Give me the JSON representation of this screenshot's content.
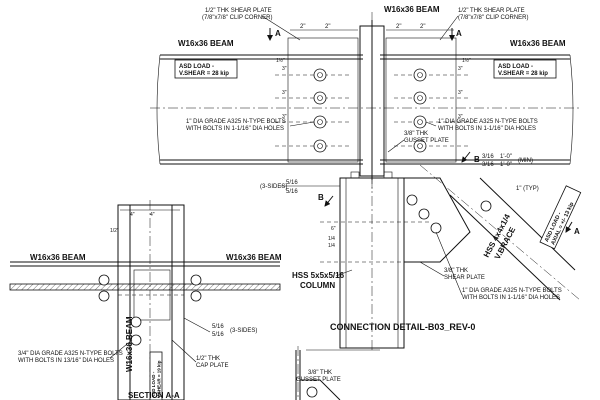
{
  "labels": {
    "beam_top_center": "W16x36 BEAM",
    "beam_left": "W16x36 BEAM",
    "beam_right": "W16x36 BEAM",
    "beam_lower_left": "W16x36 BEAM",
    "beam_lower_mid": "W16x36 BEAM",
    "beam_vertical": "W16x36 BEAM",
    "shear_plate_left_1": "1/2\" THK SHEAR PLATE",
    "shear_plate_left_2": "(7/8\"x7/8\" CLIP CORNER)",
    "shear_plate_right_1": "1/2\" THK SHEAR PLATE",
    "shear_plate_right_2": "(7/8\"x7/8\" CLIP CORNER)",
    "asd_left_1": "ASD LOAD -",
    "asd_left_2": "V.SHEAR = 28 kip",
    "asd_right_1": "ASD LOAD -",
    "asd_right_2": "V.SHEAR = 28 kip",
    "bolts_left_1": "1\" DIA GRADE A325 N-TYPE BOLTS",
    "bolts_left_2": "WITH BOLTS IN 1-1/16\" DIA HOLES",
    "bolts_right_1": "1\" DIA GRADE A325 N-TYPE BOLTS",
    "bolts_right_2": "WITH BOLTS IN 1-1/16\" DIA HOLES",
    "gusset_1": "3/8\" THK",
    "gusset_2": "GUSSET PLATE",
    "weld_3sides_left": "(3-SIDES)",
    "weld_left_a": "5/16",
    "weld_left_b": "5/16",
    "weld_brace_a": "3/16",
    "weld_brace_b": "3/16",
    "weld_dim_a": "1'-0\"",
    "weld_dim_b": "1'-0\"",
    "weld_min": "(MIN)",
    "brace_1": "HSS 4x4x1/4",
    "brace_2": "V.BRACE",
    "brace_asd_1": "ASD LOAD -",
    "brace_asd_2": "AXIAL = +/- 13 kip",
    "typ": "1\" (TYP)",
    "shear_plate_low_1": "3/8\" THK",
    "shear_plate_low_2": "SHEAR PLATE",
    "bolts_low_1": "1\" DIA GRADE A325 N-TYPE BOLTS",
    "bolts_low_2": "WITH BOLTS IN 1-1/16\" DIA HOLES",
    "column_1": "HSS 5x5x5/16",
    "column_2": "COLUMN",
    "detail_title": "CONNECTION DETAIL-B03_REV-0",
    "weld_3sides_right": "(3-SIDES)",
    "weld_mid_a": "5/16",
    "weld_mid_b": "5/16",
    "bolts_sec_1": "3/4\" DIA GRADE A325 N-TYPE BOLTS",
    "bolts_sec_2": "WITH BOLTS IN 13/16\" DIA HOLES",
    "cap_plate_1": "1/2\" THK",
    "cap_plate_2": "CAP PLATE",
    "gusset_low_1": "3/8\" THK",
    "gusset_low_2": "GUSSET PLATE",
    "section_title": "SECTION A-A",
    "sec_asd_1": "ASD LOAD -",
    "sec_asd_2": "V.SHEAR = 19 kip",
    "marker_a": "A",
    "marker_b": "B",
    "dim_2": "2\"",
    "dim_4": "4\"",
    "dim_3": "3\"",
    "dim_1_5": "1½\"",
    "dim_1_2": "1/2\"",
    "dim_1_4": "1/4",
    "dim_6": "6\""
  },
  "colors": {
    "ink": "#111111",
    "paper": "#ffffff"
  }
}
